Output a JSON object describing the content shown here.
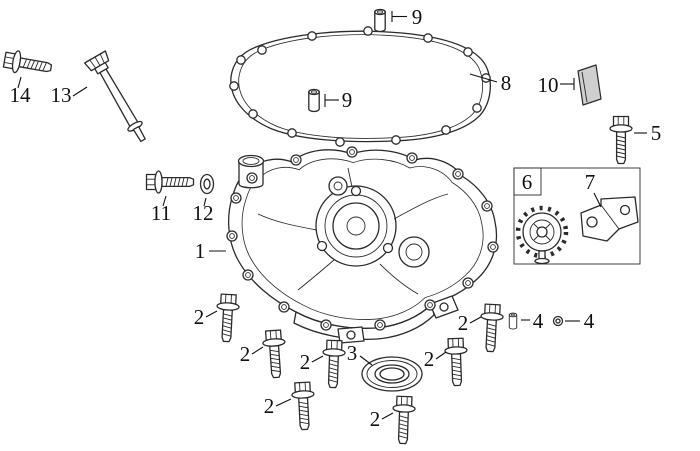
{
  "diagram": {
    "background": "#ffffff",
    "line_color": "#2b2b2b",
    "label_color": "#111111"
  },
  "callouts": {
    "c9a": "9",
    "c14": "14",
    "c13": "13",
    "c8": "8",
    "c10": "10",
    "c9b": "9",
    "c5": "5",
    "c11": "11",
    "c12": "12",
    "c1": "1",
    "c6": "6",
    "c7": "7",
    "c2a": "2",
    "c2b": "2",
    "c2c": "2",
    "c2d": "2",
    "c2e": "2",
    "c2f": "2",
    "c2g": "2",
    "c3": "3",
    "c4a": "4",
    "c4b": "4"
  }
}
